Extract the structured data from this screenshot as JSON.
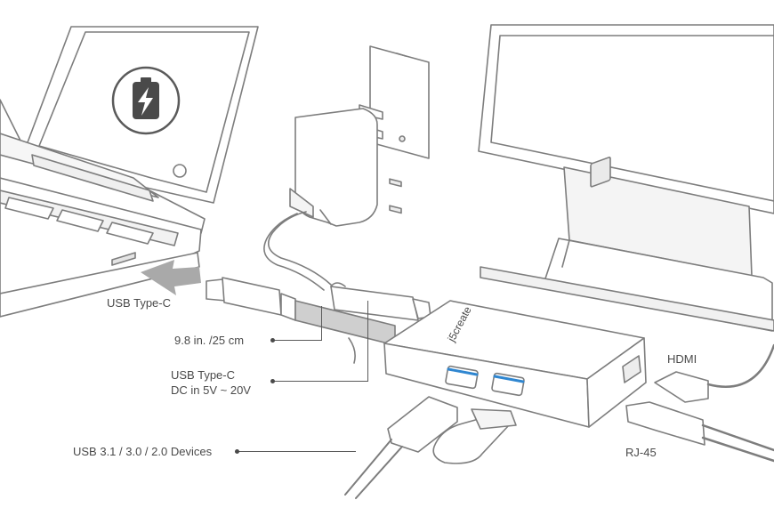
{
  "labels": {
    "usb_type_c": "USB Type-C",
    "cable_length": "9.8 in. /25 cm",
    "dc_input_line1": "USB Type-C",
    "dc_input_line2": "DC in 5V ~ 20V",
    "usb_devices": "USB 3.1 / 3.0 / 2.0 Devices",
    "hdmi": "HDMI",
    "rj45": "RJ-45"
  },
  "hub_brand": "j5create",
  "icons": {
    "charging": "battery-charging-icon"
  },
  "colors": {
    "line_art": "#7d7d7d",
    "fill": "#ffffff",
    "shadow": "#dcdcdc",
    "usb3_port_blue": "#2f86d0",
    "arrow": "#a9a9a9",
    "charging_badge_bg": "#4a4a4a",
    "label_text": "#4a4a4a"
  }
}
